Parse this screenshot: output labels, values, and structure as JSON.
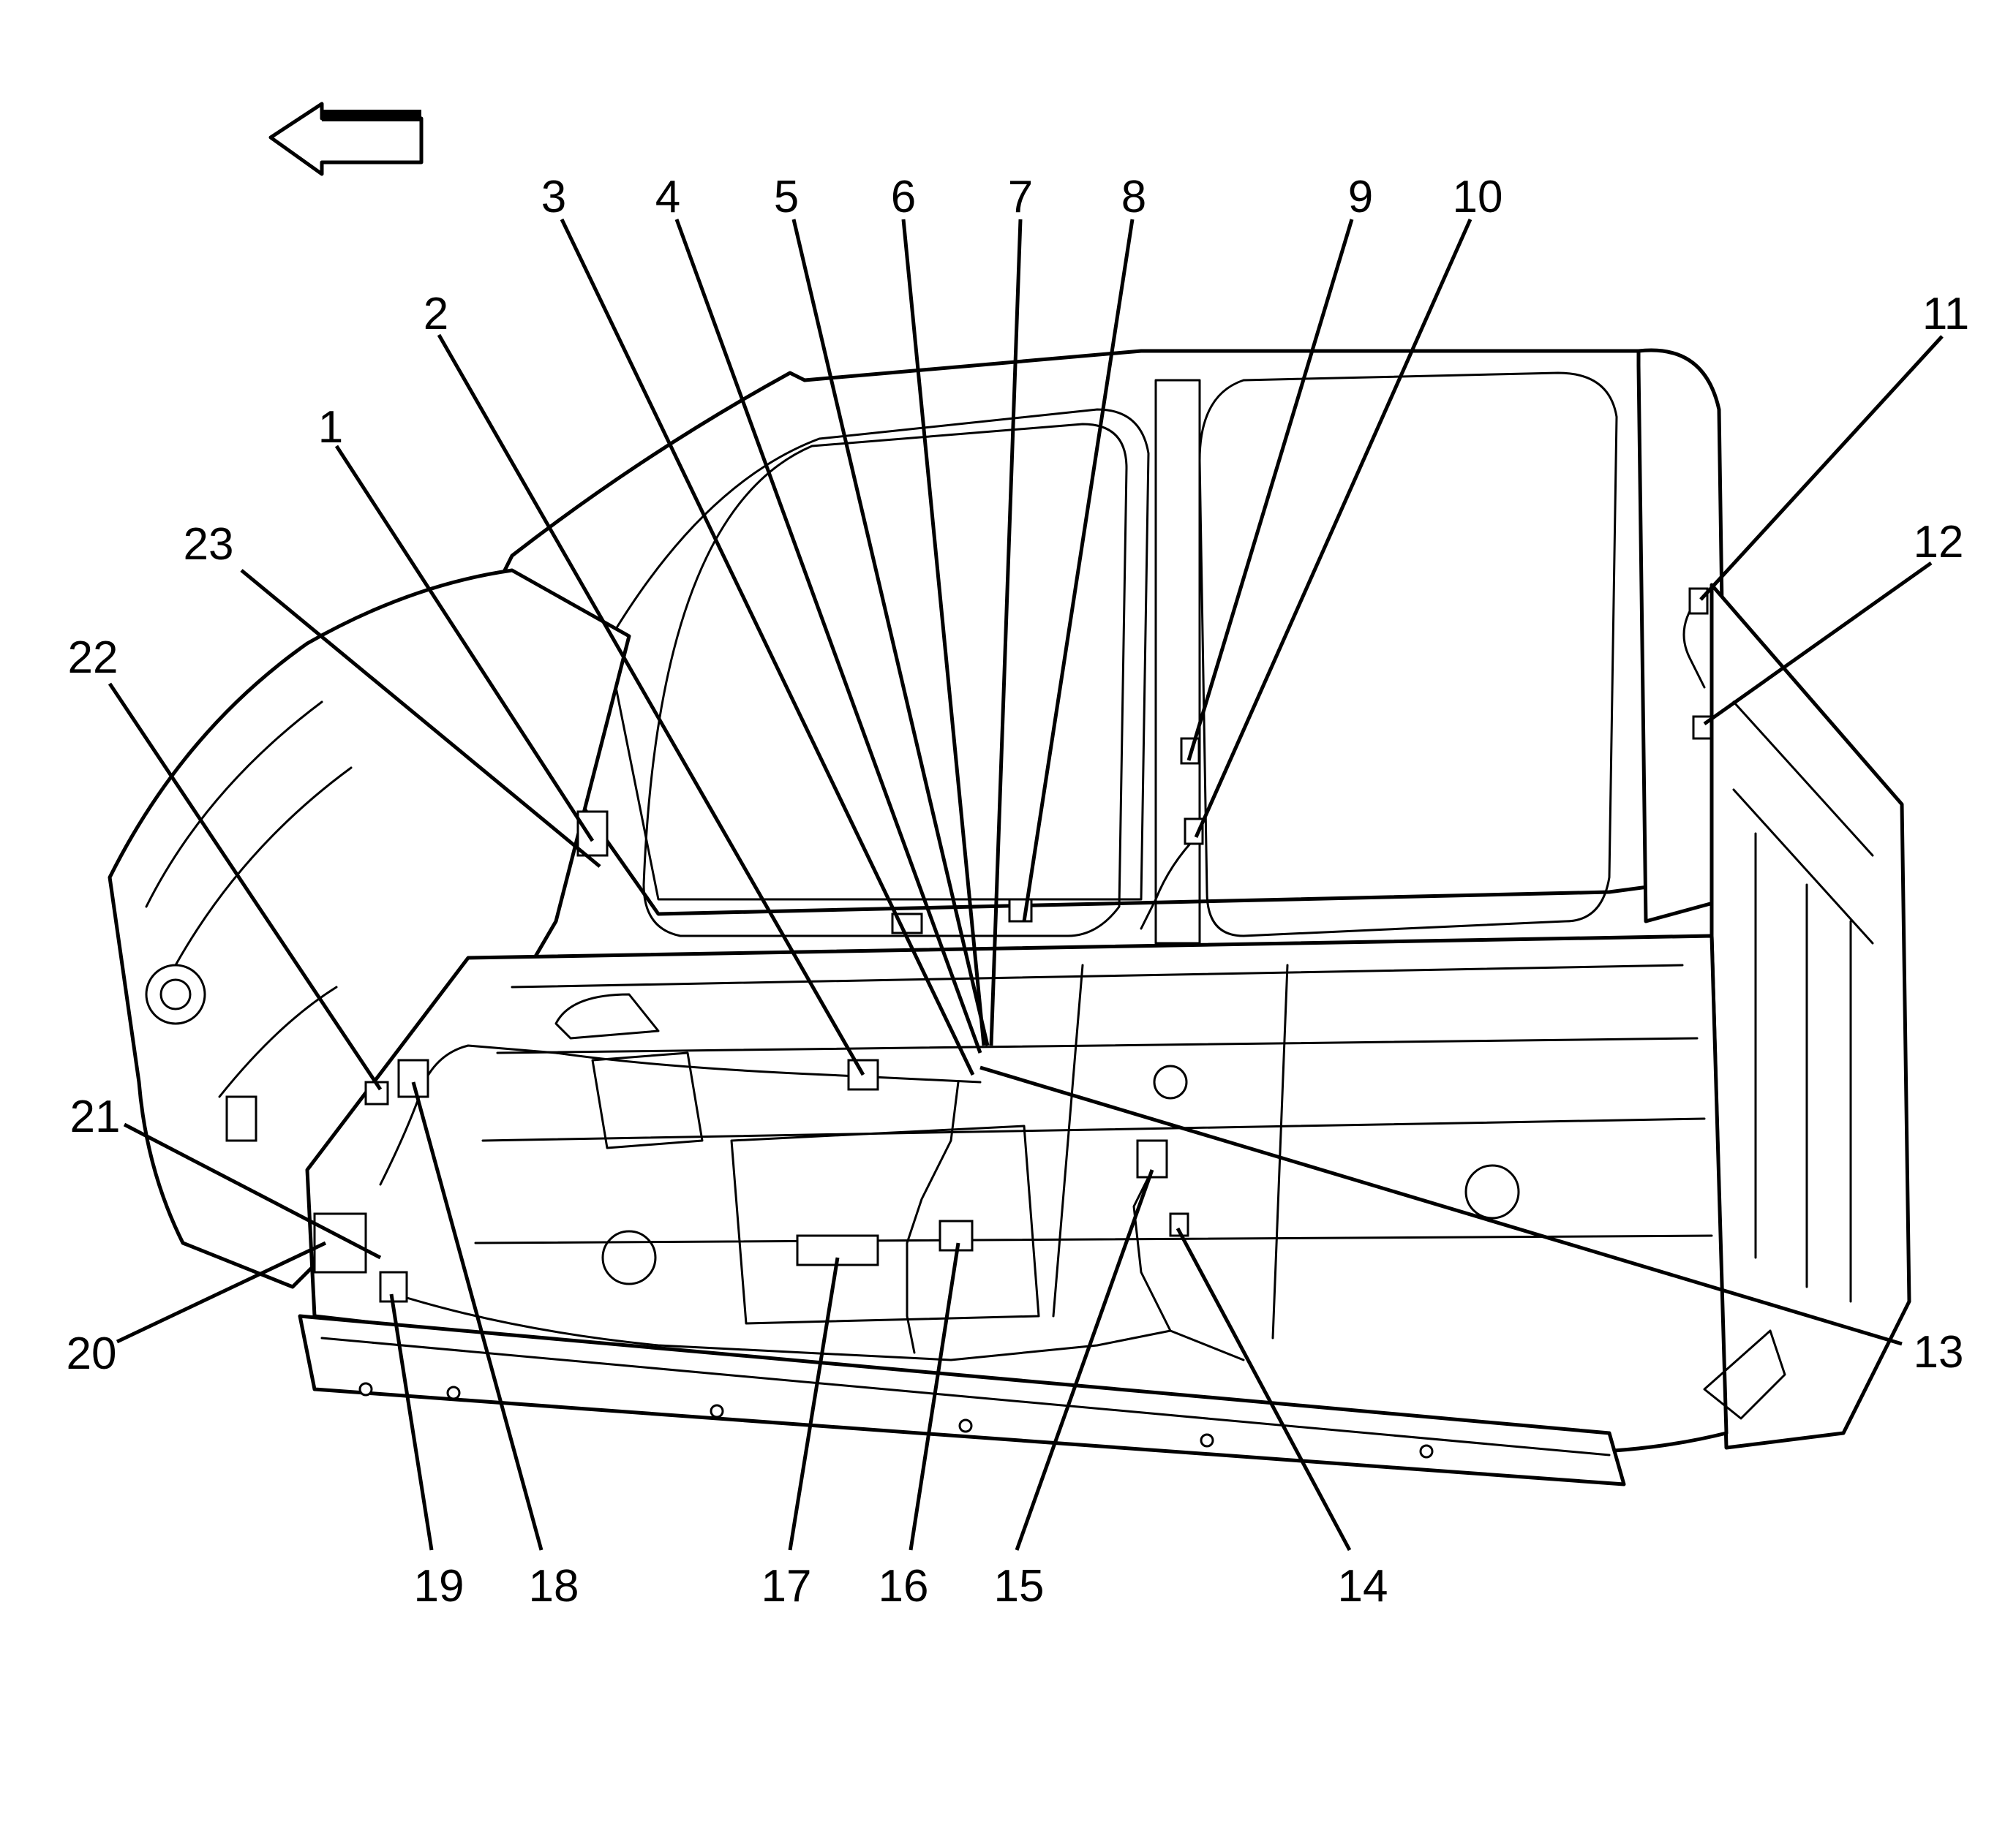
{
  "callouts": [
    {
      "id": "1",
      "text": "1"
    },
    {
      "id": "2",
      "text": "2"
    },
    {
      "id": "3",
      "text": "3"
    },
    {
      "id": "4",
      "text": "4"
    },
    {
      "id": "5",
      "text": "5"
    },
    {
      "id": "6",
      "text": "6"
    },
    {
      "id": "7",
      "text": "7"
    },
    {
      "id": "8",
      "text": "8"
    },
    {
      "id": "9",
      "text": "9"
    },
    {
      "id": "10",
      "text": "10"
    },
    {
      "id": "11",
      "text": "11"
    },
    {
      "id": "12",
      "text": "12"
    },
    {
      "id": "13",
      "text": "13"
    },
    {
      "id": "14",
      "text": "14"
    },
    {
      "id": "15",
      "text": "15"
    },
    {
      "id": "16",
      "text": "16"
    },
    {
      "id": "17",
      "text": "17"
    },
    {
      "id": "18",
      "text": "18"
    },
    {
      "id": "19",
      "text": "19"
    },
    {
      "id": "20",
      "text": "20"
    },
    {
      "id": "21",
      "text": "21"
    },
    {
      "id": "22",
      "text": "22"
    },
    {
      "id": "23",
      "text": "23"
    }
  ],
  "icons": {
    "direction_arrow": "arrow-left-icon"
  },
  "colors": {
    "line": "#000000",
    "background": "#ffffff"
  }
}
